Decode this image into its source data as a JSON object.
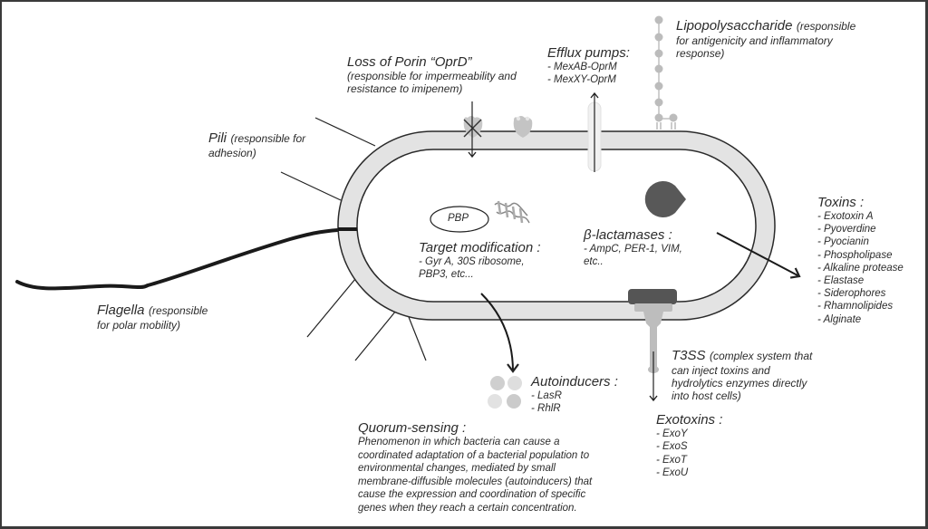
{
  "lipopolysaccharide": {
    "title": "Lipopolysaccharide",
    "sub_inline": "(responsible",
    "sub_lines": [
      "for antigenicity and inflammatory",
      "response)"
    ]
  },
  "efflux": {
    "title": "Efflux pumps:",
    "items": [
      "- MexAB-OprM",
      "- MexXY-OprM"
    ]
  },
  "porin": {
    "title": "Loss of Porin “OprD”",
    "sub_lines": [
      "(responsible for impermeability and",
      "resistance to imipenem)"
    ]
  },
  "pili": {
    "title": "Pili",
    "sub_inline": "(responsible for",
    "sub_lines": [
      "adhesion)"
    ]
  },
  "flagella": {
    "title": "Flagella",
    "sub_inline": "(responsible",
    "sub_lines": [
      "for polar mobility)"
    ]
  },
  "pbp": {
    "label": "PBP"
  },
  "target_modification": {
    "title": "Target modification :",
    "items": [
      "- Gyr A, 30S ribosome,",
      "PBP3, etc..."
    ]
  },
  "beta_lactamases": {
    "title": "β-lactamases :",
    "items": [
      "- AmpC, PER-1, VIM,",
      "etc.."
    ]
  },
  "toxins": {
    "title": "Toxins :",
    "items": [
      "- Exotoxin A",
      "- Pyoverdine",
      "- Pyocianin",
      "- Phospholipase",
      "- Alkaline protease",
      "- Elastase",
      "- Siderophores",
      "- Rhamnolipides",
      "- Alginate"
    ]
  },
  "t3ss": {
    "title": "T3SS",
    "sub_inline": "(complex system that",
    "sub_lines": [
      "can inject toxins and",
      "hydrolytics enzymes directly",
      "into host cells)"
    ]
  },
  "exotoxins": {
    "title": "Exotoxins :",
    "items": [
      "- ExoY",
      "- ExoS",
      "- ExoT",
      "- ExoU"
    ]
  },
  "autoinducers": {
    "title": "Autoinducers :",
    "items": [
      "- LasR",
      "- RhlR"
    ]
  },
  "quorum_sensing": {
    "title": "Quorum-sensing :",
    "lines": [
      "Phenomenon in which bacteria can cause a",
      "coordinated adaptation of a bacterial population to",
      "environmental changes, mediated by small",
      "membrane-diffusible molecules (autoinducers) that",
      "cause the expression and coordination of specific",
      "genes when they reach a certain concentration."
    ]
  },
  "colors": {
    "membrane_fill": "#e3e3e3",
    "outline": "#2a2a2a",
    "protein_gray": "#bdbdbd",
    "dark_gray": "#555555"
  }
}
